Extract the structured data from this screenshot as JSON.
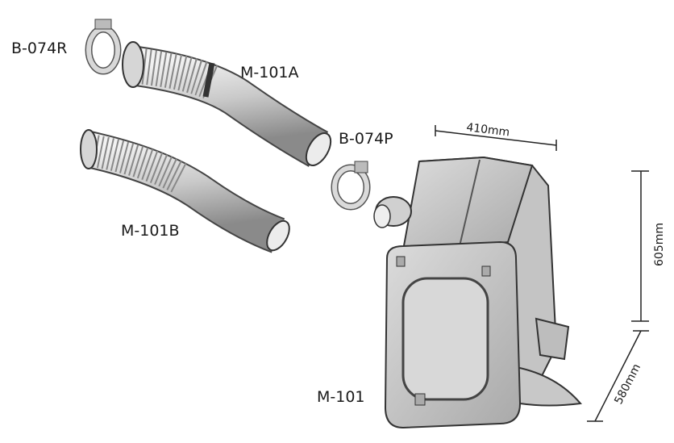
{
  "parts": {
    "clamp_r": "B-074R",
    "pipe_a": "M-101A",
    "clamp_p": "B-074P",
    "pipe_b": "M-101B",
    "muffler": "M-101"
  },
  "dimensions": {
    "width": "410mm",
    "height": "605mm",
    "depth": "580mm"
  },
  "colors": {
    "metal_light": "#e2e2e2",
    "metal_mid": "#b8b8b8",
    "metal_dark": "#7a7a7a",
    "outline": "#333333"
  }
}
